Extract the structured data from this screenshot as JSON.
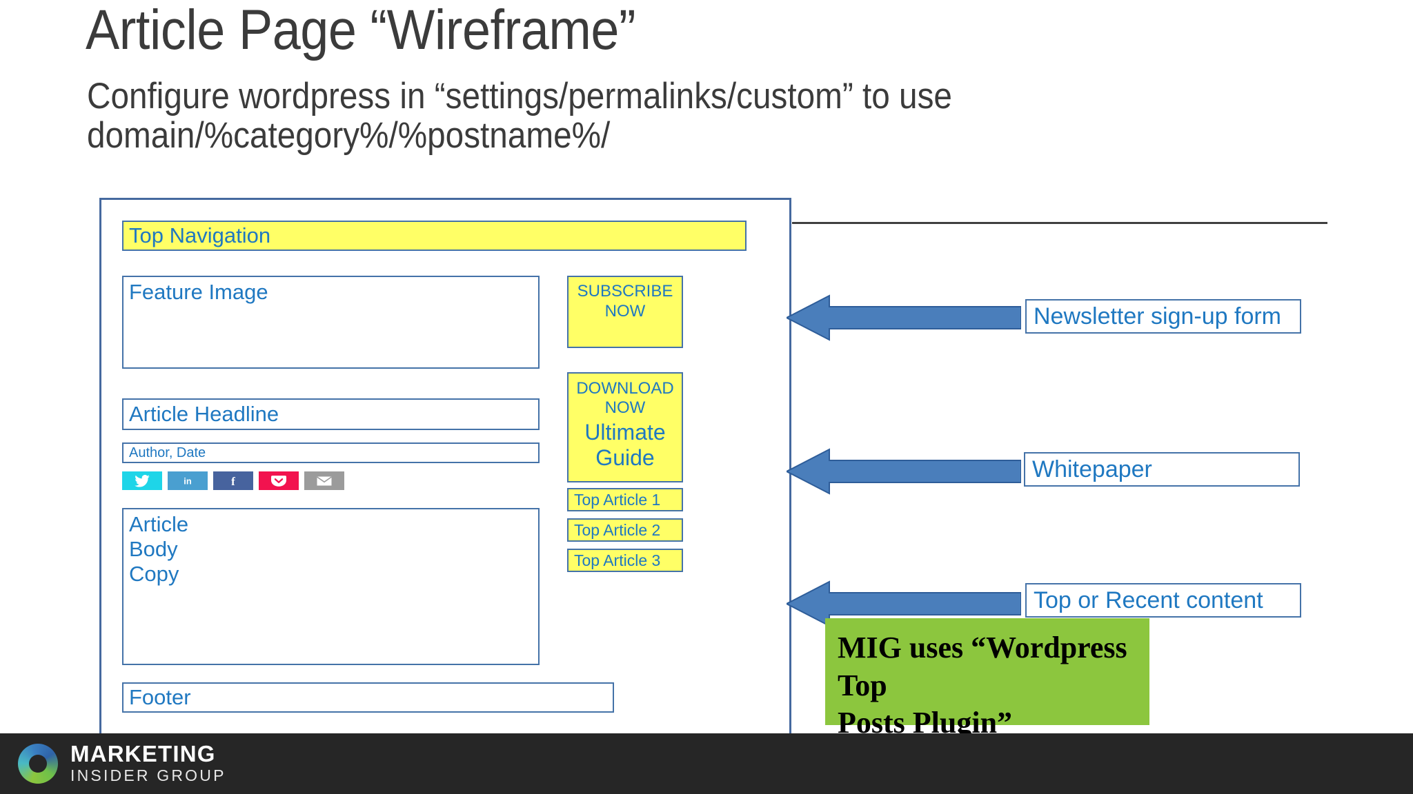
{
  "heading": {
    "title": "Article Page “Wireframe”",
    "subtitle": "Configure wordpress in “settings/permalinks/custom” to use domain/%category%/%postname%/"
  },
  "wireframe": {
    "top_navigation": "Top Navigation",
    "feature_image": "Feature Image",
    "article_headline": "Article Headline",
    "author_date": "Author, Date",
    "article_body": [
      "Article",
      "Body",
      "Copy"
    ],
    "footer": "Footer",
    "subscribe_cta": "SUBSCRIBE NOW",
    "download_cta_small": "DOWNLOAD NOW",
    "download_cta_big": "Ultimate Guide",
    "top_articles": [
      "Top Article 1",
      "Top Article 2",
      "Top Article 3"
    ],
    "social_icons": [
      {
        "name": "twitter-icon",
        "label": "Twitter",
        "color": "#1ed5e8"
      },
      {
        "name": "linkedin-icon",
        "label": "in",
        "color": "#4a9fd0"
      },
      {
        "name": "facebook-icon",
        "label": "f",
        "color": "#47639e"
      },
      {
        "name": "pocket-icon",
        "label": "Pocket",
        "color": "#f2134f"
      },
      {
        "name": "email-icon",
        "label": "Email",
        "color": "#9b9b9b"
      }
    ]
  },
  "annotations": [
    {
      "label": "Newsletter sign-up form"
    },
    {
      "label": "Whitepaper"
    },
    {
      "label": "Top or Recent content"
    }
  ],
  "note": {
    "line1": "MIG uses “Wordpress Top",
    "line2": "Posts Plugin”"
  },
  "brand": {
    "line1": "MARKETING",
    "line2": "INSIDER GROUP"
  },
  "colors": {
    "highlight_yellow": "#ffff66",
    "wire_blue": "#1f78c1",
    "border_blue": "#4472a8",
    "frame_blue": "#45699f",
    "arrow_blue": "#4a7ebb",
    "note_green": "#8cc63e",
    "brand_dark": "#262626"
  }
}
